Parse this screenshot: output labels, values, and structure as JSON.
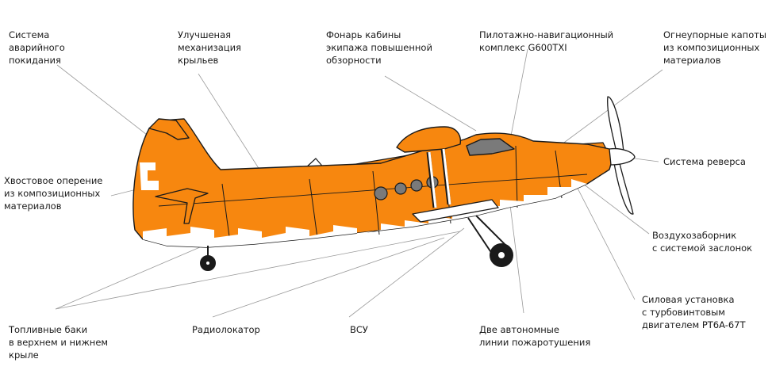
{
  "colors": {
    "fuselage": "#f7870f",
    "outline": "#1a1a1a",
    "leader": "#9a9a9a",
    "window": "#7a7a7a",
    "background": "#ffffff"
  },
  "callouts": [
    {
      "id": "emergency-exit-system",
      "text": "Система\nаварийного\nпокидания"
    },
    {
      "id": "wing-mechanization",
      "text": "Улучшеная\nмеханизация\nкрыльев"
    },
    {
      "id": "cockpit-canopy",
      "text": "Фонарь кабины\nэкипажа повышенной\nобзорности"
    },
    {
      "id": "avionics-suite",
      "text": "Пилотажно-навигационный\nкомплекс G600TXI"
    },
    {
      "id": "fireproof-cowlings",
      "text": "Огнеупорные капоты\nиз композиционных\nматериалов"
    },
    {
      "id": "composite-tail",
      "text": "Хвостовое оперение\nиз композиционных\nматериалов"
    },
    {
      "id": "reverse-system",
      "text": "Система реверса"
    },
    {
      "id": "air-intake",
      "text": "Воздухозаборник\nс системой заслонок"
    },
    {
      "id": "powerplant",
      "text": "Силовая установка\nс турбовинтовым\nдвигателем PT6A-67T"
    },
    {
      "id": "fuel-tanks",
      "text": "Топливные баки\nв верхнем и нижнем\nкрыле"
    },
    {
      "id": "radar",
      "text": "Радиолокатор"
    },
    {
      "id": "apu",
      "text": "ВСУ"
    },
    {
      "id": "fire-lines",
      "text": "Две автономные\nлинии пожаротушения"
    }
  ]
}
